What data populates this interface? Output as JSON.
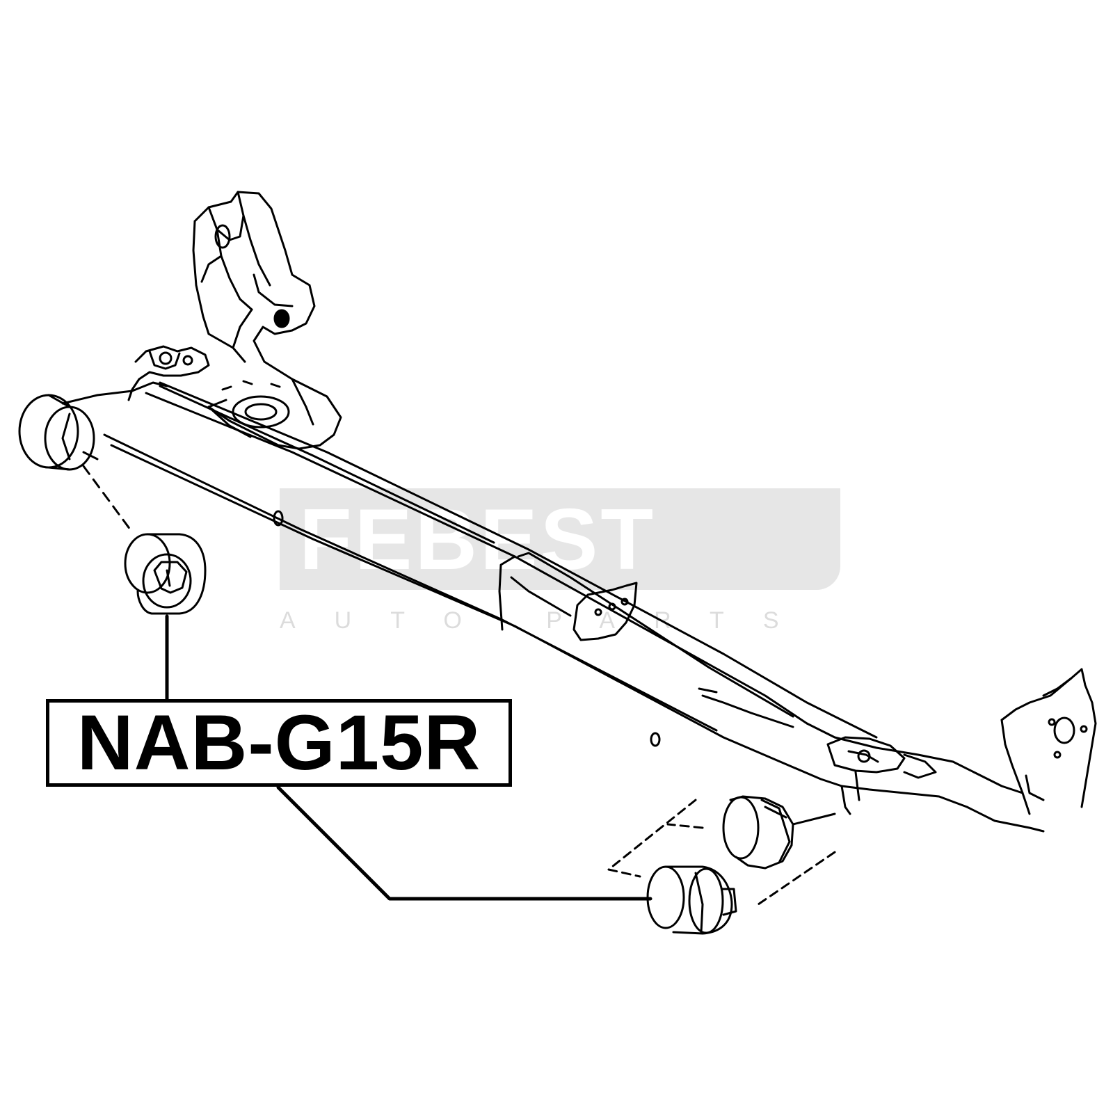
{
  "watermark": {
    "brand": "FEBEST",
    "tagline": "AUTO PARTS"
  },
  "part": {
    "number": "NAB-G15R"
  },
  "colors": {
    "line": "#000000",
    "background": "#ffffff",
    "watermark_box": "#e6e6e6",
    "watermark_subtext": "#dcdcdc"
  }
}
